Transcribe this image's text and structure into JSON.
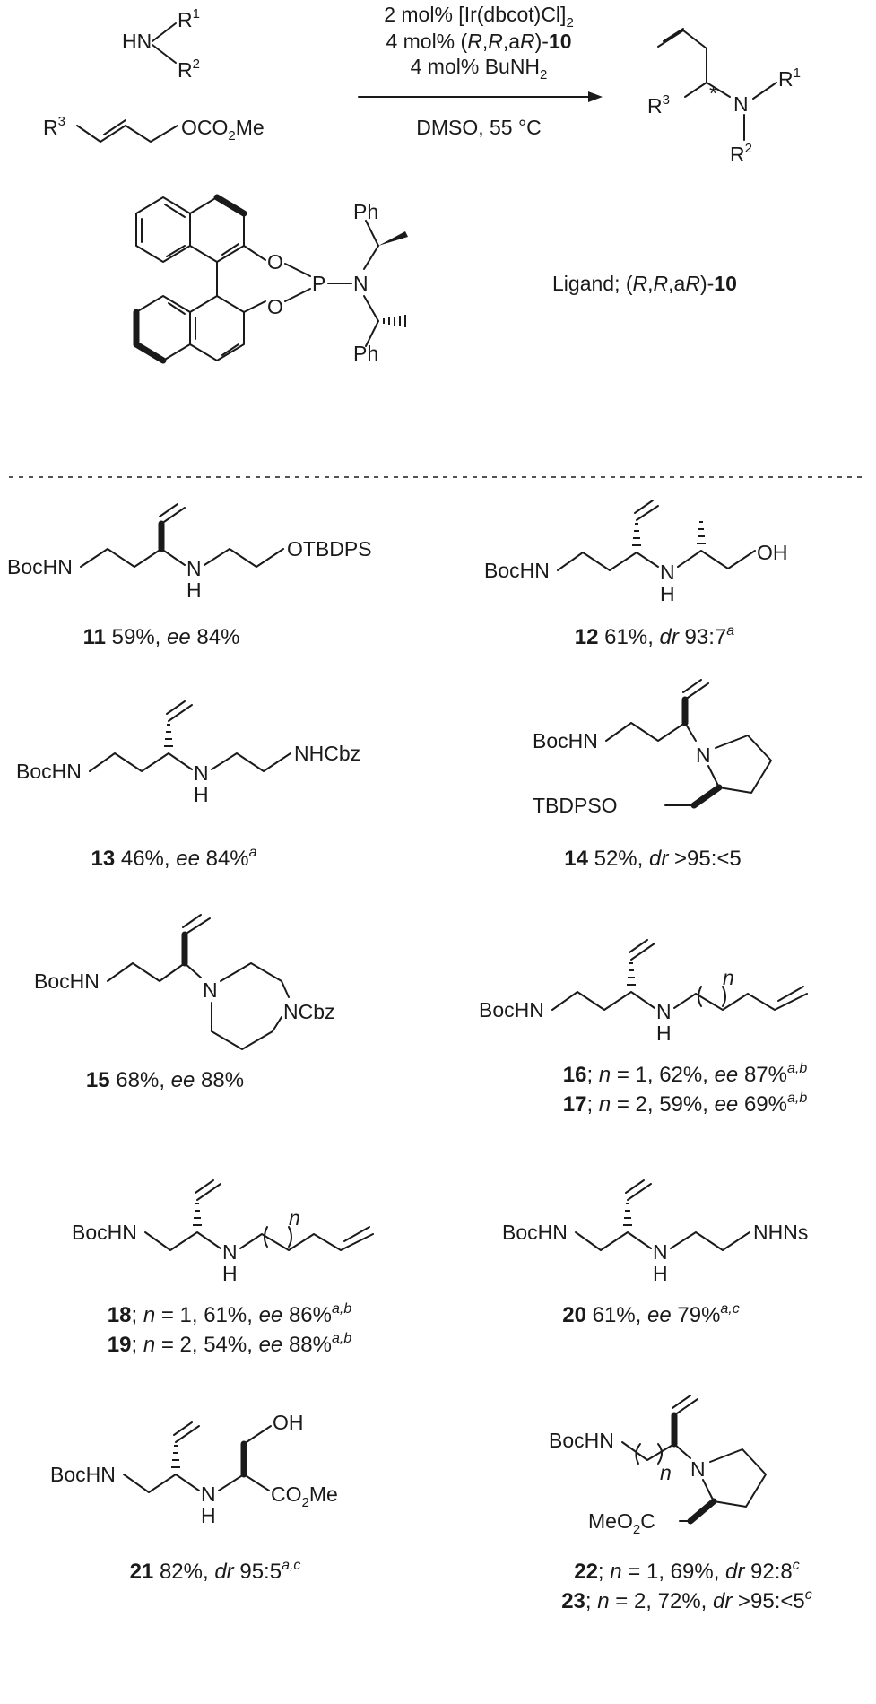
{
  "reaction": {
    "amine_hn": "HN",
    "amine_r1": "R",
    "amine_r1_sup": "1",
    "amine_r2": "R",
    "amine_r2_sup": "2",
    "substrate_r3": "R",
    "substrate_r3_sup": "3",
    "substrate_group": "OCO",
    "substrate_group_sub": "2",
    "substrate_group_tail": "Me",
    "cond1_a": "2 mol% [Ir(dbcot)Cl]",
    "cond1_sub": "2",
    "cond2_a": "4 mol% (",
    "cond2_R": "R",
    "cond2_comma1": ",",
    "cond2_R2": "R",
    "cond2_comma2": ",a",
    "cond2_R3": "R",
    "cond2_close": ")-",
    "cond2_num": "10",
    "cond3_a": "4 mol% BuNH",
    "cond3_sub": "2",
    "cond4": "DMSO, 55 °C",
    "product_r3": "R",
    "product_r3_sup": "3",
    "product_star": "*",
    "product_n": "N",
    "product_r1": "R",
    "product_r1_sup": "1",
    "product_r2": "R",
    "product_r2_sup": "2"
  },
  "ligand": {
    "o1": "O",
    "o2": "O",
    "p": "P",
    "n": "N",
    "ph1": "Ph",
    "ph2": "Ph",
    "label_a": "Ligand; (",
    "label_R": "R",
    "label_c1": ",",
    "label_R2": "R",
    "label_c2": ",a",
    "label_R3": "R",
    "label_close": ")-",
    "label_num": "10"
  },
  "compounds": {
    "c11": {
      "boc": "BocHN",
      "nh": "N",
      "h": "H",
      "group": "OTBDPS",
      "num": "11",
      "yield": " 59%, ",
      "metric": "ee",
      "value": " 84%",
      "sup": ""
    },
    "c12": {
      "boc": "BocHN",
      "nh": "N",
      "h": "H",
      "group": "OH",
      "num": "12",
      "yield": " 61%, ",
      "metric": "dr",
      "value": " 93:7",
      "sup": "a"
    },
    "c13": {
      "boc": "BocHN",
      "nh": "N",
      "h": "H",
      "group": "NHCbz",
      "num": "13",
      "yield": " 46%, ",
      "metric": "ee",
      "value": " 84%",
      "sup": "a"
    },
    "c14": {
      "boc": "BocHN",
      "n": "N",
      "group": "TBDPSO",
      "num": "14",
      "yield": " 52%, ",
      "metric": "dr",
      "value": " >95:<5",
      "sup": ""
    },
    "c15": {
      "boc": "BocHN",
      "n": "N",
      "group": "NCbz",
      "num": "15",
      "yield": " 68%, ",
      "metric": "ee",
      "value": " 88%",
      "sup": ""
    },
    "c16_17": {
      "boc": "BocHN",
      "nh": "N",
      "h": "H",
      "n_label": "n",
      "line1_num": "16",
      "line1_rest": "; ",
      "line1_n": "n",
      "line1_val": " = 1, 62%, ",
      "line1_metric": "ee",
      "line1_pct": " 87%",
      "line1_sup": "a,b",
      "line2_num": "17",
      "line2_rest": "; ",
      "line2_n": "n",
      "line2_val": " = 2, 59%, ",
      "line2_metric": "ee",
      "line2_pct": " 69%",
      "line2_sup": "a,b"
    },
    "c18_19": {
      "boc": "BocHN",
      "nh": "N",
      "h": "H",
      "n_label": "n",
      "line1_num": "18",
      "line1_rest": "; ",
      "line1_n": "n",
      "line1_val": " = 1, 61%, ",
      "line1_metric": "ee",
      "line1_pct": " 86%",
      "line1_sup": "a,b",
      "line2_num": "19",
      "line2_rest": "; ",
      "line2_n": "n",
      "line2_val": " = 2, 54%, ",
      "line2_metric": "ee",
      "line2_pct": " 88%",
      "line2_sup": "a,b"
    },
    "c20": {
      "boc": "BocHN",
      "nh": "N",
      "h": "H",
      "group": "NHNs",
      "num": "20",
      "yield": " 61%, ",
      "metric": "ee",
      "value": " 79%",
      "sup": "a,c"
    },
    "c21": {
      "boc": "BocHN",
      "nh": "N",
      "h": "H",
      "oh": "OH",
      "ester": "CO",
      "ester_sub": "2",
      "ester_tail": "Me",
      "num": "21",
      "yield": " 82%, ",
      "metric": "dr",
      "value": " 95:5",
      "sup": "a,c"
    },
    "c22_23": {
      "boc": "BocHN",
      "n": "N",
      "n_label": "n",
      "ester": "MeO",
      "ester_sub": "2",
      "ester_tail": "C",
      "line1_num": "22",
      "line1_rest": "; ",
      "line1_n": "n",
      "line1_val": " = 1, 69%, ",
      "line1_metric": "dr",
      "line1_pct": " 92:8",
      "line1_sup": "c",
      "line2_num": "23",
      "line2_rest": "; ",
      "line2_n": "n",
      "line2_val": " = 2, 72%, ",
      "line2_metric": "dr",
      "line2_pct": " >95:<5",
      "line2_sup": "c"
    }
  }
}
